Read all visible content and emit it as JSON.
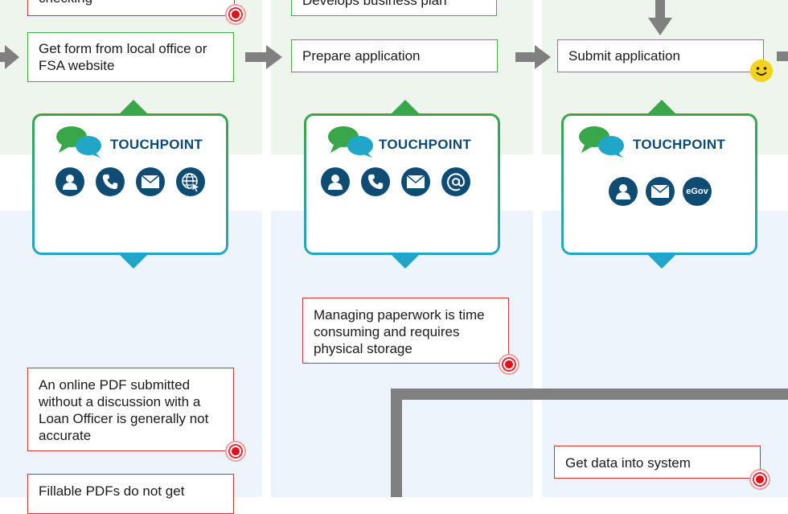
{
  "columns": [
    {
      "top_note": "checking",
      "step_label": "Get form from local office or FSA website",
      "touchpoint": {
        "title": "TOUCHPOINT",
        "icons": [
          "person-icon",
          "phone-icon",
          "envelope-icon",
          "globe-click-icon"
        ]
      },
      "pain_points": [
        "An online PDF submitted without a discussion with a Loan Officer is generally not accurate",
        "Fillable PDFs do not get"
      ]
    },
    {
      "top_note": "Develops business plan",
      "step_label": "Prepare application",
      "touchpoint": {
        "title": "TOUCHPOINT",
        "icons": [
          "person-icon",
          "phone-icon",
          "envelope-icon",
          "at-sign-icon"
        ]
      },
      "pain_points": [
        "Managing paperwork is time consuming and requires physical storage"
      ]
    },
    {
      "step_label": "Submit application",
      "touchpoint": {
        "title": "TOUCHPOINT",
        "icons": [
          "person-icon",
          "envelope-icon",
          "egov-icon"
        ],
        "egov_label": "eGov"
      },
      "pain_points": [
        "Get data into system"
      ]
    }
  ],
  "colors": {
    "phase_band": "#eef5ec",
    "lower_band": "#edf4fb",
    "step_border": "#4aaa4a",
    "pain_border": "#c8373e",
    "icon_fill": "#0f4c73",
    "touchpoint_title": "#0d4a73",
    "arrow": "#808080",
    "smiley": "#f5d21d"
  }
}
